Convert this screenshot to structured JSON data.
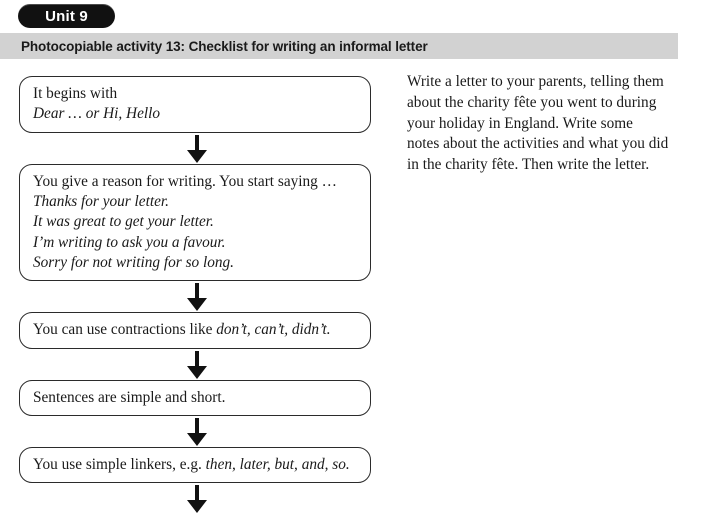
{
  "unit": {
    "badge_label": "Unit 9"
  },
  "activity": {
    "header_label": "Photocopiable activity 13: Checklist for writing an informal letter"
  },
  "flow": {
    "boxes": [
      {
        "name": "flow-box-opening",
        "lines": [
          {
            "text": "It begins with",
            "style": "roman"
          },
          {
            "text": "Dear … or Hi, Hello",
            "style": "italic"
          }
        ]
      },
      {
        "name": "flow-box-reason",
        "lines": [
          {
            "text": "You give a reason for writing. You start saying …",
            "style": "roman"
          },
          {
            "text": "Thanks for your letter.",
            "style": "italic"
          },
          {
            "text": "It was great to get your letter.",
            "style": "italic"
          },
          {
            "text": "I’m writing to ask you a favour.",
            "style": "italic"
          },
          {
            "text": "Sorry for not writing for so long.",
            "style": "italic"
          }
        ]
      },
      {
        "name": "flow-box-contractions",
        "lines": [
          {
            "text": "You can use contractions like ",
            "style": "roman",
            "tail": "don’t, can’t, didn’t."
          }
        ]
      },
      {
        "name": "flow-box-sentences",
        "lines": [
          {
            "text": "Sentences are simple and short.",
            "style": "roman"
          }
        ]
      },
      {
        "name": "flow-box-linkers",
        "lines": [
          {
            "text": "You use simple linkers, e.g. ",
            "style": "roman",
            "tail": "then, later, but, and, so."
          }
        ]
      }
    ]
  },
  "task": {
    "text": "Write a letter to your parents, telling them about the charity fête you went to during your holiday in England. Write some notes about the activities and what you did in the charity fête. Then write the letter."
  },
  "colors": {
    "header_bar": "#d2d2d2",
    "badge_background": "#111111",
    "badge_text": "#ffffff",
    "box_border": "#2b2b2b",
    "body_text": "#1a1a1a"
  }
}
